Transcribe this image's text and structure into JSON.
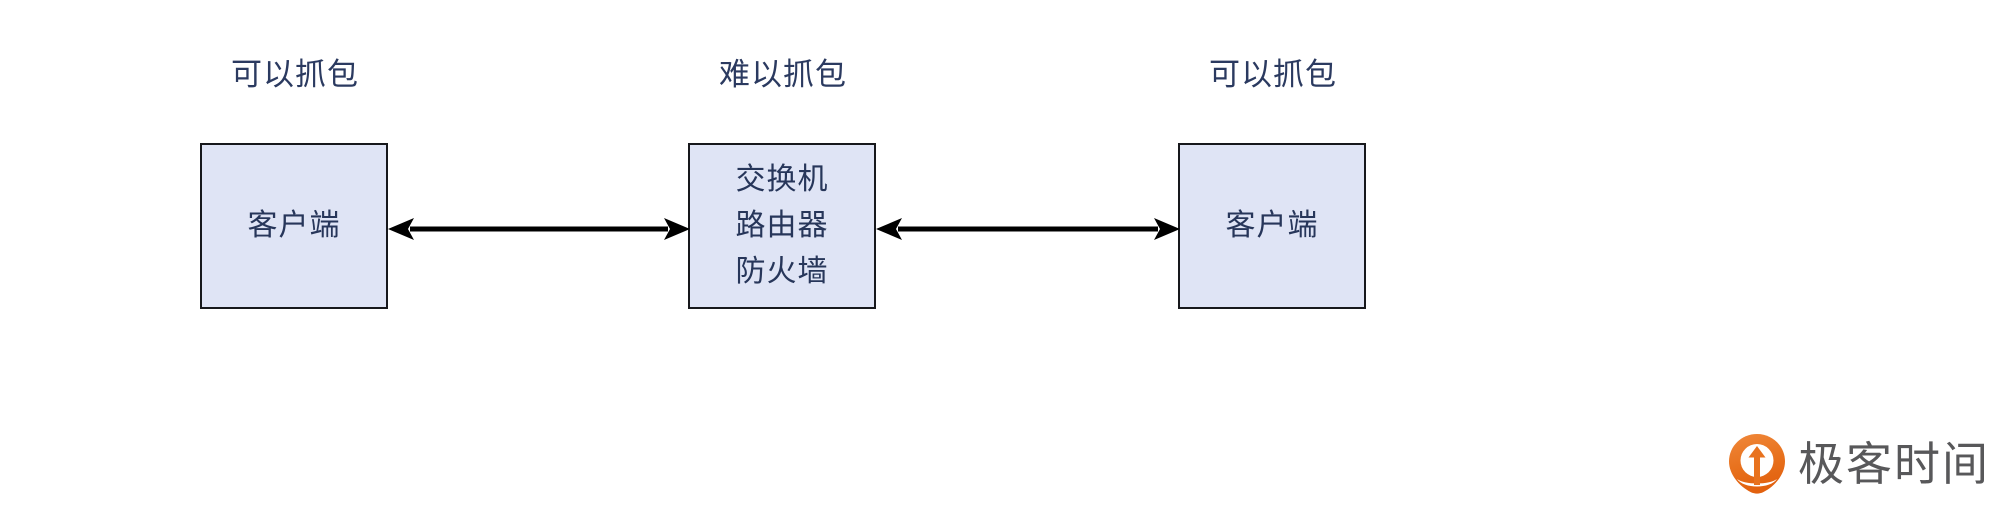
{
  "diagram": {
    "background": "#ffffff",
    "box_fill": "#dfe4f5",
    "box_border": "#17181c",
    "text_color": "#27365a",
    "arrow_color": "#000000",
    "captions": {
      "left": "可以抓包",
      "middle": "难以抓包",
      "right": "可以抓包"
    },
    "nodes": {
      "left": {
        "lines": [
          "客户端"
        ]
      },
      "middle": {
        "lines": [
          "交换机",
          "路由器",
          "防火墙"
        ]
      },
      "right": {
        "lines": [
          "客户端"
        ]
      }
    },
    "connectors": [
      {
        "name": "left-to-middle",
        "style": "double-headed-arrow"
      },
      {
        "name": "middle-to-right",
        "style": "double-headed-arrow"
      }
    ]
  },
  "brand": {
    "name": "极客时间",
    "mark_color": "#e8721e",
    "mark_color_light": "#f08a33",
    "text_color": "#58585a"
  }
}
